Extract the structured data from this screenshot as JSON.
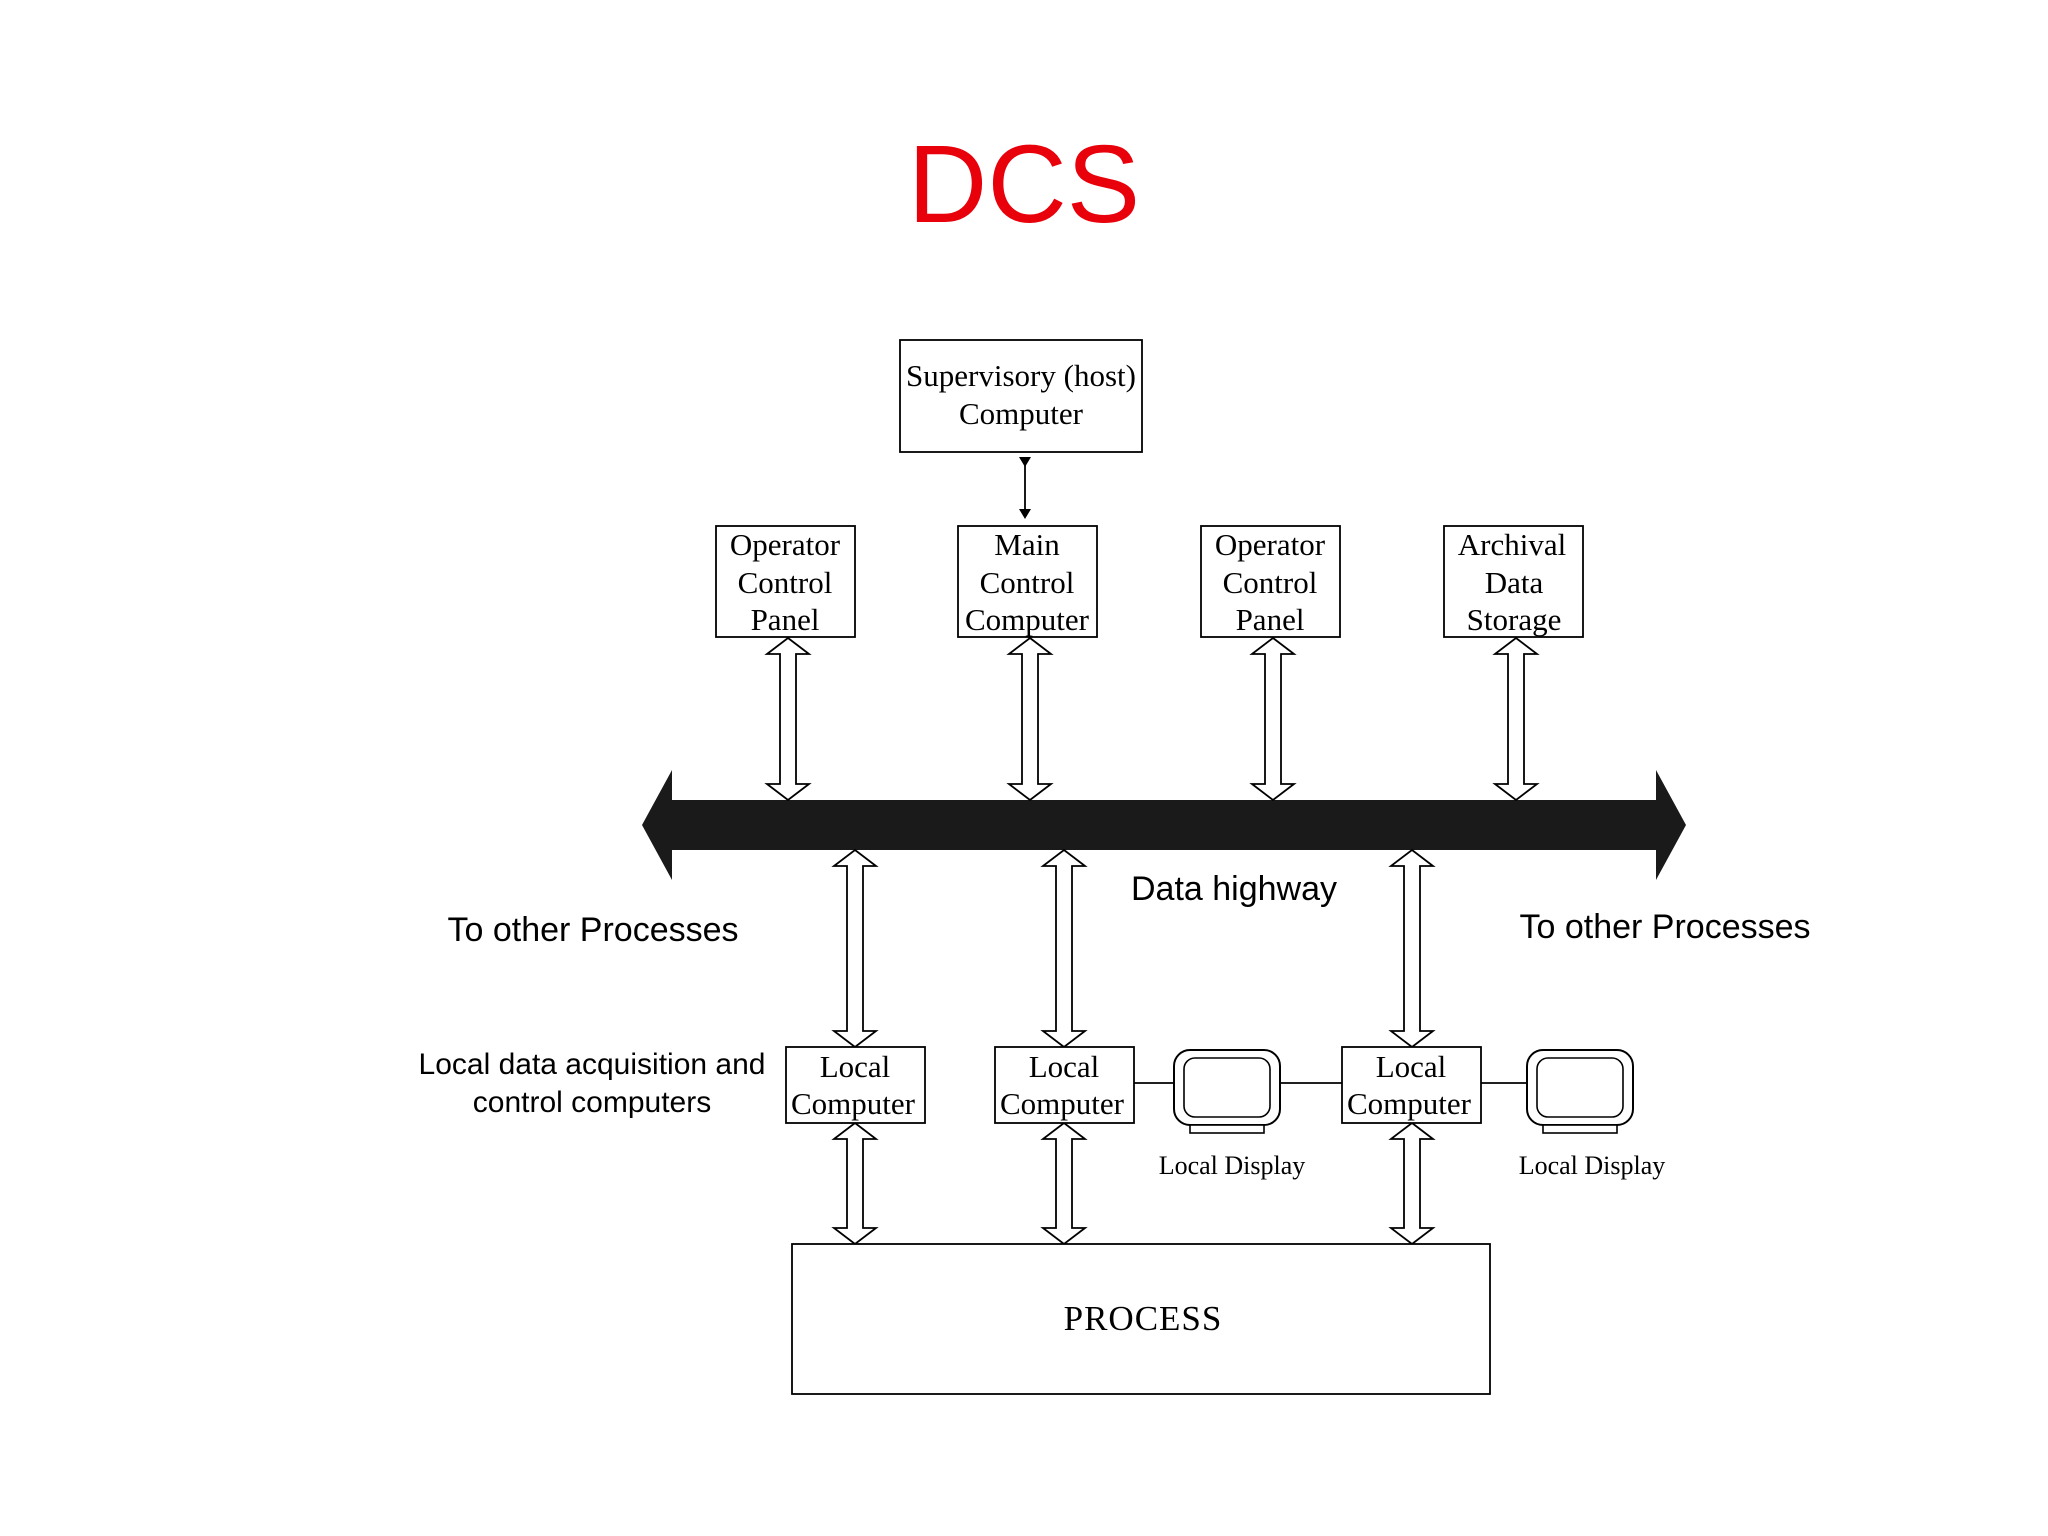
{
  "title": {
    "text": "DCS",
    "color": "#e8000b"
  },
  "nodes": {
    "supervisory": [
      "Supervisory (host)",
      "Computer"
    ],
    "operator_left": [
      "Operator",
      "Control",
      "Panel"
    ],
    "main_control": [
      "Main",
      "Control",
      "Computer"
    ],
    "operator_right": [
      "Operator",
      "Control",
      "Panel"
    ],
    "archival": [
      "Archival",
      "Data",
      "Storage"
    ],
    "local_1": [
      "Local",
      "Computer"
    ],
    "local_2": [
      "Local",
      "Computer"
    ],
    "local_3": [
      "Local",
      "Computer"
    ],
    "process": "PROCESS"
  },
  "labels": {
    "data_highway": "Data highway",
    "to_other_left": "To other Processes",
    "to_other_right": "To other Processes",
    "local_acq": [
      "Local data acquisition and",
      "control computers"
    ],
    "local_display_1": "Local Display",
    "local_display_2": "Local Display"
  },
  "colors": {
    "highway": "#1a1a1a",
    "stroke": "#000000"
  },
  "icons": [
    "monitor-icon"
  ]
}
